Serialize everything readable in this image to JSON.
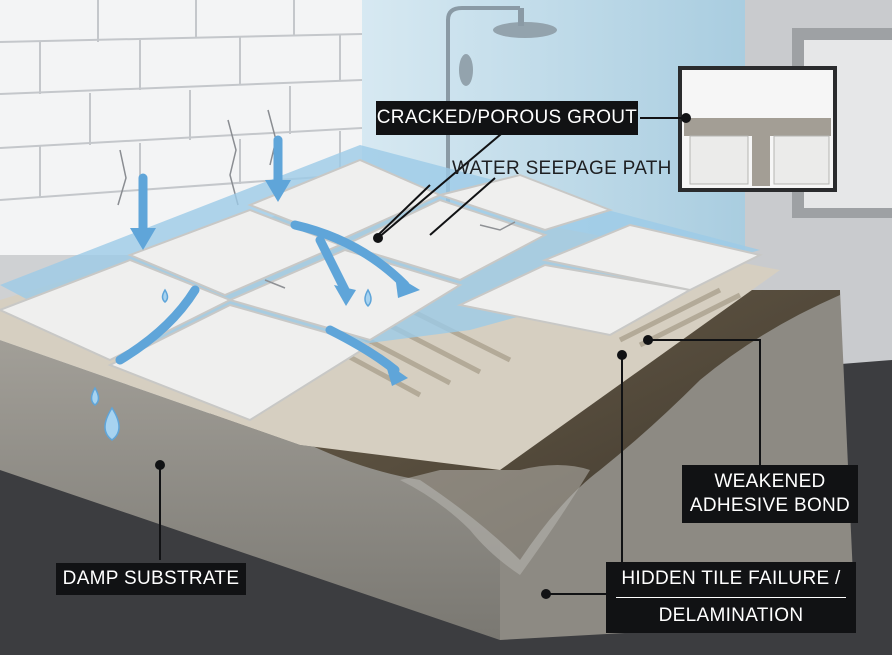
{
  "labels": {
    "cracked_grout": "CRACKED/POROUS GROUT",
    "water_seepage": "WATER SEEPAGE PATH",
    "weakened_adhesive": [
      "WEAKENED",
      "ADHESIVE BOND"
    ],
    "hidden_failure": [
      "HIDDEN TILE FAILURE /",
      "DELAMINATION"
    ],
    "damp_substrate": "DAMP SUBSTRATE"
  },
  "colors": {
    "wall": "#f2f3f4",
    "glass": "#bcd9e8",
    "water": "#7fb9e0",
    "tile": "#ececec",
    "concrete": "#8e8c87",
    "damp": "#4c4336",
    "label_bg": "#111214"
  }
}
